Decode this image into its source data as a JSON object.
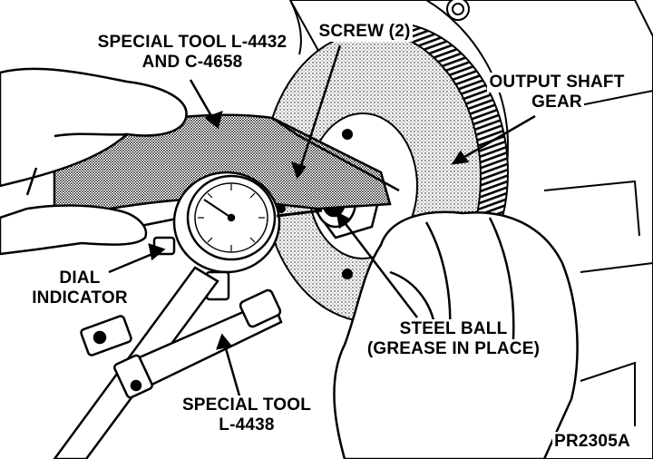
{
  "labels": {
    "special_tool_1": [
      "SPECIAL TOOL L-4432",
      "AND C-4658"
    ],
    "screw": "SCREW (2)",
    "output_shaft_gear": [
      "OUTPUT SHAFT",
      "GEAR"
    ],
    "dial_indicator": [
      "DIAL",
      "INDICATOR"
    ],
    "steel_ball": [
      "STEEL BALL",
      "(GREASE IN PLACE)"
    ],
    "special_tool_2": [
      "SPECIAL TOOL",
      "L-4438"
    ],
    "figure_id": "PR2305A"
  }
}
